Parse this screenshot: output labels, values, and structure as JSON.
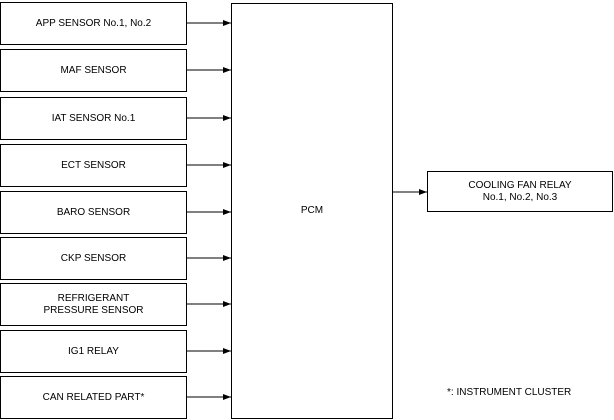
{
  "inputs": [
    {
      "label": "APP SENSOR No.1, No.2"
    },
    {
      "label": "MAF SENSOR"
    },
    {
      "label": "IAT SENSOR No.1"
    },
    {
      "label": "ECT SENSOR"
    },
    {
      "label": "BARO SENSOR"
    },
    {
      "label": "CKP SENSOR"
    },
    {
      "label": "REFRIGERANT\nPRESSURE SENSOR"
    },
    {
      "label": "IG1 RELAY"
    },
    {
      "label": "CAN RELATED PART*"
    }
  ],
  "controller": {
    "label": "PCM"
  },
  "output": {
    "label": "COOLING FAN RELAY\nNo.1, No.2, No.3"
  },
  "footnote": "*: INSTRUMENT CLUSTER"
}
